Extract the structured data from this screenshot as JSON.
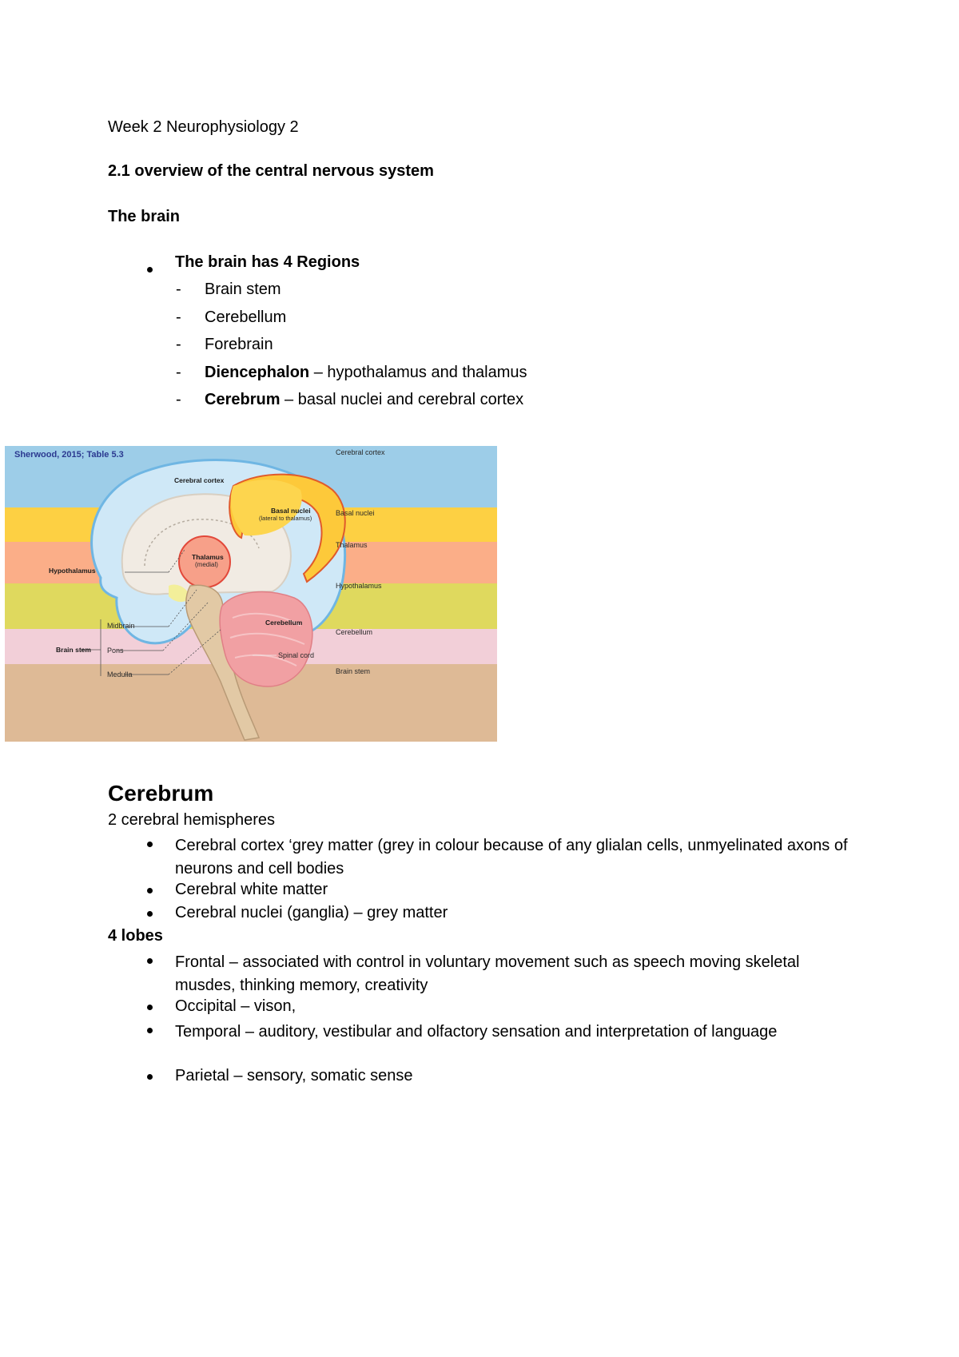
{
  "document": {
    "title": "Week 2 Neurophysiology 2",
    "section_heading": "2.1 overview of the central nervous system",
    "subheading": "The brain",
    "regions": {
      "bullet": "The brain has 4 Regions",
      "items": [
        {
          "bold": "",
          "text": "Brain stem"
        },
        {
          "bold": "",
          "text": "Cerebellum"
        },
        {
          "bold": "",
          "text": "Forebrain"
        },
        {
          "bold": "Diencephalon",
          "text": " – hypothalamus and thalamus"
        },
        {
          "bold": "Cerebrum",
          "text": " – basal nuclei and cerebral cortex"
        }
      ]
    },
    "figure": {
      "citation": "Sherwood, 2015; Table 5.3",
      "band_colors": {
        "cerebral_cortex": "#9dcde8",
        "basal_nuclei": "#fdd043",
        "thalamus": "#fbae88",
        "hypothalamus": "#dfd95e",
        "cerebellum": "#f2cfd8",
        "brain_stem": "#deba96"
      },
      "band_labels": [
        "Cerebral cortex",
        "Basal nuclei",
        "Thalamus",
        "Hypothalamus",
        "Cerebellum",
        "Brain stem"
      ],
      "inner_labels": {
        "cerebral_cortex": "Cerebral cortex",
        "basal_nuclei": "Basal nuclei",
        "basal_nuclei_sub": "(lateral to thalamus)",
        "thalamus": "Thalamus",
        "thalamus_sub": "(medial)",
        "cerebellum": "Cerebellum",
        "hypothalamus": "Hypothalamus",
        "brain_stem": "Brain stem",
        "midbrain": "Midbrain",
        "pons": "Pons",
        "medulla": "Medulla",
        "spinal_cord": "Spinal cord"
      }
    },
    "cerebrum": {
      "heading": "Cerebrum",
      "intro": "2 cerebral hemispheres",
      "items": [
        "Cerebral cortex ‘grey matter (grey in colour because of any glialan cells, unmyelinated axons of neurons and cell bodies",
        "Cerebral white matter",
        "Cerebral nuclei (ganglia) – grey matter"
      ],
      "lobes_heading": "4 lobes",
      "lobes": [
        "Frontal – associated with control in voluntary movement such as speech moving skeletal musdes, thinking memory, creativity",
        "Occipital – vison,",
        "Temporal – auditory, vestibular and olfactory sensation and interpretation of language",
        "Parietal – sensory, somatic sense"
      ]
    }
  }
}
